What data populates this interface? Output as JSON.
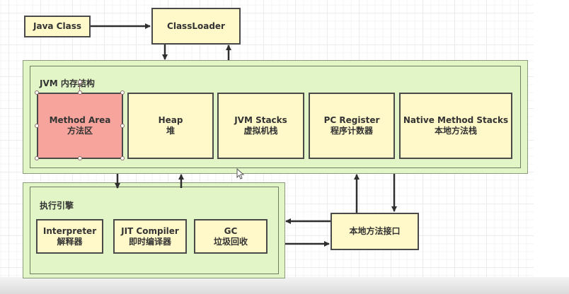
{
  "diagram": {
    "title": "JVM Architecture",
    "nodes": {
      "java_class": {
        "label": "Java Class"
      },
      "class_loader": {
        "label": "ClassLoader"
      },
      "native_interface": {
        "label": "本地方法接口"
      }
    },
    "jvm_memory": {
      "label": "JVM 内存结构",
      "areas": [
        {
          "en": "Method Area",
          "zh": "方法区",
          "selected": true
        },
        {
          "en": "Heap",
          "zh": "堆",
          "selected": false
        },
        {
          "en": "JVM Stacks",
          "zh": "虚拟机栈",
          "selected": false
        },
        {
          "en": "PC Register",
          "zh": "程序计数器",
          "selected": false
        },
        {
          "en": "Native Method Stacks",
          "zh": "本地方法栈",
          "selected": false
        }
      ]
    },
    "execution_engine": {
      "label": "执行引擎",
      "components": [
        {
          "en": "Interpreter",
          "zh": "解释器"
        },
        {
          "en": "JIT Compiler",
          "zh": "即时编译器"
        },
        {
          "en": "GC",
          "zh": "垃圾回收"
        }
      ]
    },
    "edges": [
      {
        "from": "Java Class",
        "to": "ClassLoader"
      },
      {
        "from": "ClassLoader",
        "to": "JVM 内存结构"
      },
      {
        "from": "JVM 内存结构",
        "to": "ClassLoader"
      },
      {
        "from": "JVM 内存结构",
        "to": "执行引擎"
      },
      {
        "from": "执行引擎",
        "to": "JVM 内存结构"
      },
      {
        "from": "本地方法接口",
        "to": "JVM 内存结构"
      },
      {
        "from": "JVM 内存结构",
        "to": "本地方法接口"
      },
      {
        "from": "本地方法接口",
        "to": "执行引擎"
      },
      {
        "from": "执行引擎",
        "to": "本地方法接口"
      }
    ],
    "colors": {
      "box_fill": "#fff8c8",
      "container_fill": "#e2f5c6",
      "selected_fill": "#f7a59c",
      "stroke": "#4a4a4a"
    }
  }
}
